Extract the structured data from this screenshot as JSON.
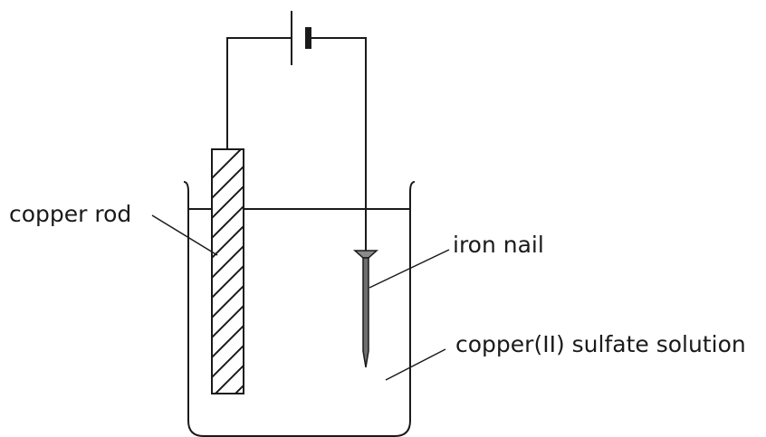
{
  "labels": {
    "copper_rod": "copper rod",
    "iron_nail": "iron nail",
    "solution": "copper(II) sulfate solution"
  },
  "colors": {
    "line": "#1a1a1a",
    "nail": "#6e6e6e",
    "background": "#ffffff"
  }
}
